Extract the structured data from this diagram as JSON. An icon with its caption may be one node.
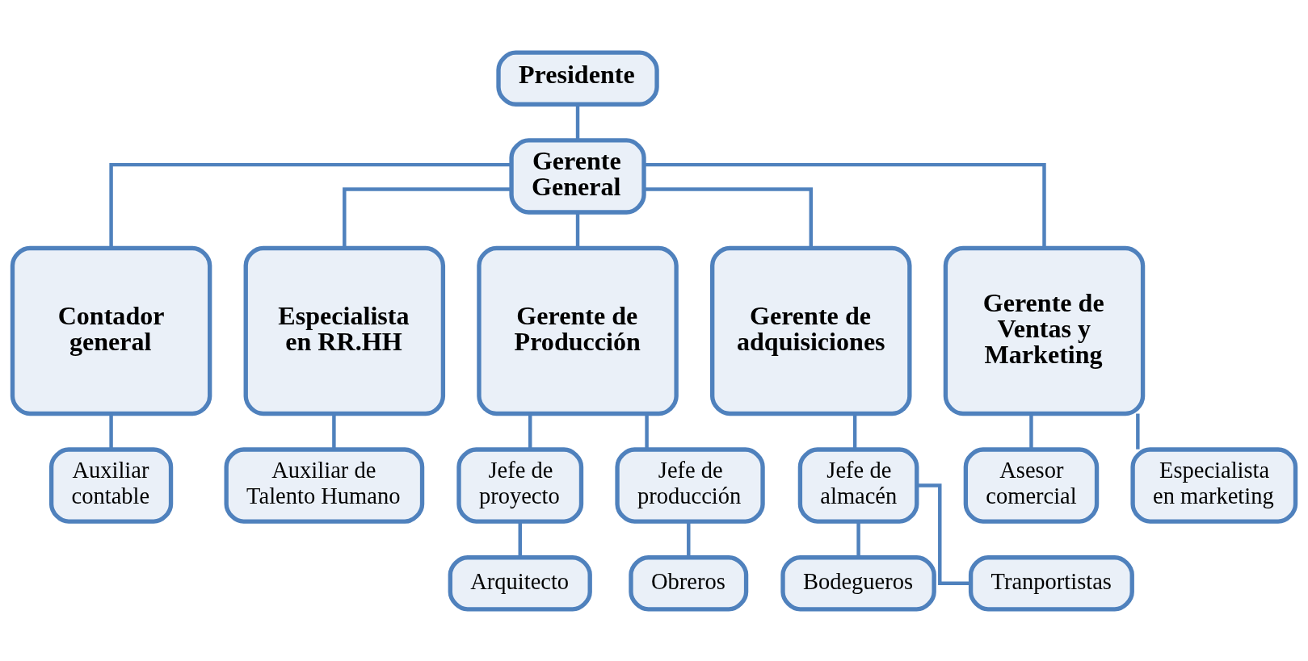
{
  "diagram": {
    "nodes": [
      {
        "text": [
          "Presidente"
        ]
      },
      {
        "text": [
          "Gerente General"
        ]
      },
      {
        "text": [
          "Contador general"
        ]
      },
      {
        "text": [
          "Especialista en RR.HH"
        ]
      },
      {
        "text": [
          "Gerente de Producción"
        ]
      },
      {
        "text": [
          "Gerente de adquisiciones"
        ]
      },
      {
        "text": [
          "Gerente de Ventas y Marketing"
        ]
      },
      {
        "text": [
          "Auxiliar contable"
        ]
      },
      {
        "text": [
          "Auxiliar de Talento Humano"
        ]
      },
      {
        "text": [
          "Jefe de proyecto"
        ]
      },
      {
        "text": [
          "Jefe de producción"
        ]
      },
      {
        "text": [
          "Jefe de almacén"
        ]
      },
      {
        "text": [
          "Asesor comercial"
        ]
      },
      {
        "text": [
          "Especialista en marketing"
        ]
      },
      {
        "text": [
          "Arquitecto"
        ]
      },
      {
        "text": [
          "Obreros"
        ]
      },
      {
        "text": [
          "Bodegueros"
        ]
      },
      {
        "text": [
          "Tranportistas"
        ]
      }
    ],
    "edges": [
      {
        "from": 0,
        "to": 1,
        "arrow": "none"
      },
      {
        "from": 1,
        "to": 2,
        "arrow": "none"
      },
      {
        "from": 1,
        "to": 3,
        "arrow": "none"
      },
      {
        "from": 1,
        "to": 4,
        "arrow": "none"
      },
      {
        "from": 1,
        "to": 5,
        "arrow": "none"
      },
      {
        "from": 1,
        "to": 6,
        "arrow": "none"
      },
      {
        "from": 2,
        "to": 7,
        "arrow": "none"
      },
      {
        "from": 3,
        "to": 8,
        "arrow": "none"
      },
      {
        "from": 4,
        "to": 9,
        "arrow": "none"
      },
      {
        "from": 4,
        "to": 10,
        "arrow": "none"
      },
      {
        "from": 5,
        "to": 11,
        "arrow": "none"
      },
      {
        "from": 6,
        "to": 12,
        "arrow": "none"
      },
      {
        "from": 6,
        "to": 13,
        "arrow": "none"
      },
      {
        "from": 9,
        "to": 14,
        "arrow": "none"
      },
      {
        "from": 10,
        "to": 15,
        "arrow": "none"
      },
      {
        "from": 11,
        "to": 16,
        "arrow": "none"
      },
      {
        "from": 11,
        "to": 17,
        "arrow": "none"
      }
    ]
  }
}
